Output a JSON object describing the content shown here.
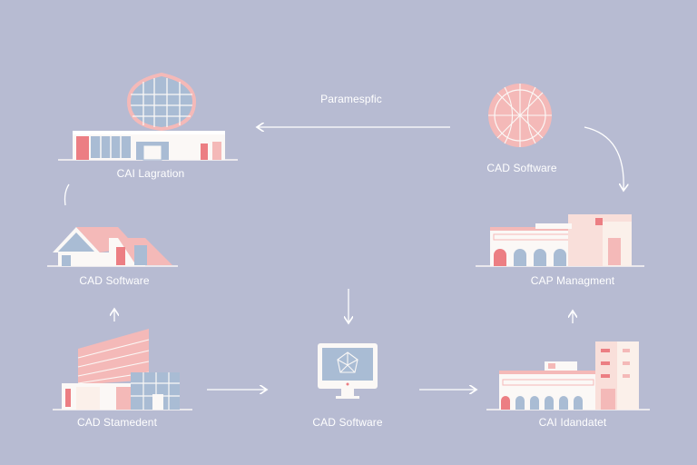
{
  "top_label": "Paramespfic",
  "nodes": {
    "top_left": {
      "label": "CAI Lagration",
      "icon": "glass-dome-building-icon"
    },
    "top_right": {
      "label": "CAD Software",
      "icon": "globe-sphere-icon"
    },
    "mid_left": {
      "label": "CAD Software",
      "icon": "gabled-house-icon"
    },
    "mid_right": {
      "label": "CAP Managment",
      "icon": "arched-building-icon"
    },
    "bottom_left": {
      "label": "CAD Stamedent",
      "icon": "sloped-glass-building-icon"
    },
    "bottom_center": {
      "label": "CAD Software",
      "icon": "computer-monitor-icon"
    },
    "bottom_right": {
      "label": "CAI Idandatet",
      "icon": "tower-building-icon"
    }
  },
  "colors": {
    "background": "#b7bbd2",
    "pink": "#f4b9b8",
    "red": "#ec7e83",
    "window_blue": "#a9bcd4",
    "white": "#fbf8f6"
  }
}
